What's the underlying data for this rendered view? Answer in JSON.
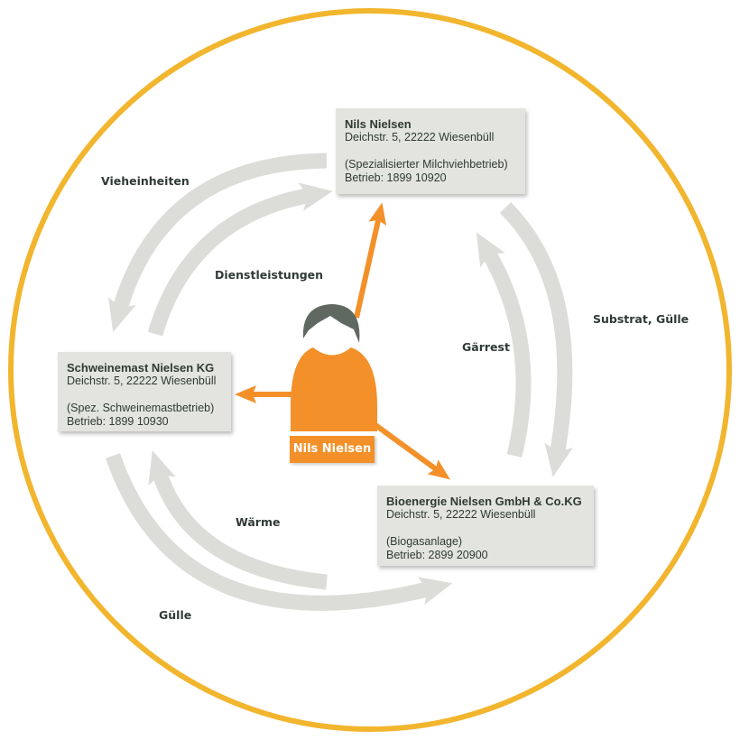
{
  "colors": {
    "ring": "#f2b52e",
    "arrow_gray": "#dcddd8",
    "orange": "#f39029",
    "hair": "#5f6961",
    "box_bg": "#e3e4e0"
  },
  "person": {
    "label": "Nils Nielsen"
  },
  "entities": [
    {
      "name": "Nils Nielsen",
      "address": "Deichstr. 5, 22222 Wiesenbüll",
      "type": "(Spezialisierter Milchviehbetrieb)",
      "betrieb": "Betrieb: 1899 10920"
    },
    {
      "name": "Schweinemast Nielsen KG",
      "address": "Deichstr. 5, 22222 Wiesenbüll",
      "type": "(Spez. Schweinemastbetrieb)",
      "betrieb": "Betrieb: 1899 10930"
    },
    {
      "name": "Bioenergie Nielsen GmbH & Co.KG",
      "address": "Deichstr. 5, 22222 Wiesenbüll",
      "type": "(Biogasanlage)",
      "betrieb": "Betrieb: 2899 20900"
    }
  ],
  "flows": {
    "vieheinheiten": "Vieheinheiten",
    "dienstleistungen": "Dienstleistungen",
    "substrat": "Substrat, Gülle",
    "gaerrest": "Gärrest",
    "waerme": "Wärme",
    "guelle": "Gülle"
  }
}
